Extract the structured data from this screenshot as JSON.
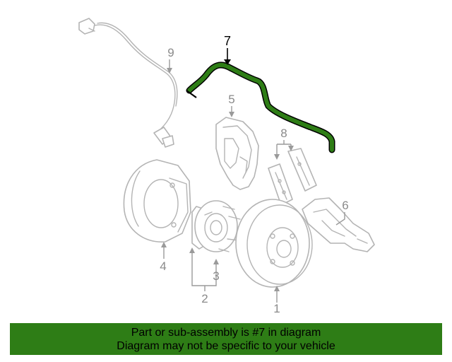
{
  "diagram": {
    "callouts": [
      "1",
      "2",
      "3",
      "4",
      "5",
      "6",
      "7",
      "8",
      "9"
    ],
    "highlighted_part": "7",
    "colors": {
      "highlight_fill": "#2e7d16",
      "highlight_outline": "#000000",
      "part_line": "#b4b4b4",
      "callout_text": "#8a8a8a",
      "banner_bg": "#2e7d16"
    }
  },
  "banner": {
    "line1": "Part or sub-assembly is #7 in diagram",
    "line2": "Diagram may not be specific to your vehicle"
  }
}
